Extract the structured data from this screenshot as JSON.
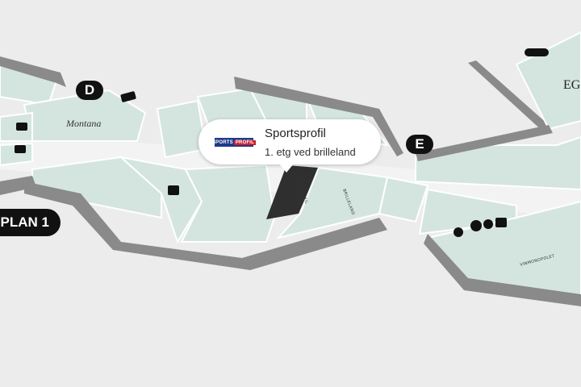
{
  "floor": {
    "label": "PLAN 1"
  },
  "popup": {
    "title": "Sportsprofil",
    "subtitle": "1. etg ved brilleland",
    "logo_text_main": "SPORTS",
    "logo_text_accent": "PROFIL"
  },
  "entrances": {
    "d": "D",
    "e": "E"
  },
  "brand_labels": {
    "montana": "Montana",
    "eg_partial": "EG"
  },
  "store_labels": {
    "sportsprofil": "SPORTSPROFIL",
    "brilleland": "BRILLELAND",
    "vinmonopolet": "VINMONOPOLET"
  },
  "colors": {
    "store_fill": "#d4e5e0",
    "wall": "#8a8a8a",
    "selected_store": "#2f2f2f",
    "background": "#ececec"
  }
}
